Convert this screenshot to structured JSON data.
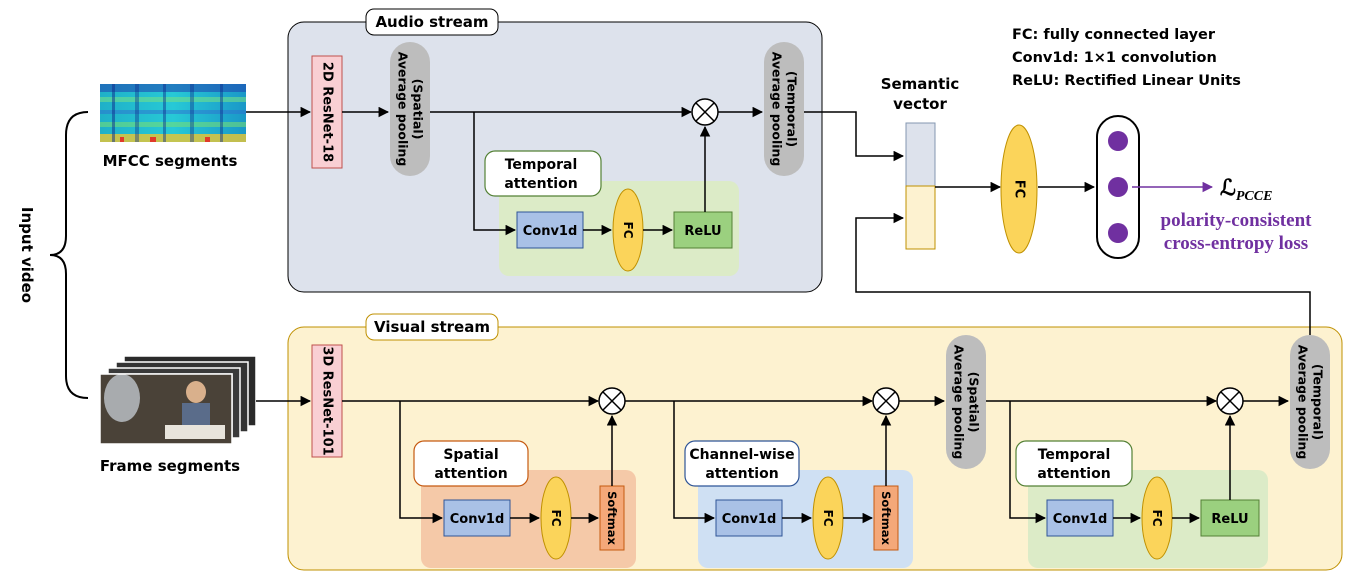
{
  "input_label": "Input video",
  "audio": {
    "stream_label": "Audio stream",
    "mfcc_label": "MFCC segments",
    "backbone": "2D ResNet-18",
    "pool_spatial": [
      "Average pooling",
      "(Spatial)"
    ],
    "pool_temporal": [
      "Average pooling",
      "(Temporal)"
    ],
    "temporal_attention": {
      "title": [
        "Temporal",
        "attention"
      ],
      "conv": "Conv1d",
      "fc": "FC",
      "act": "ReLU"
    }
  },
  "visual": {
    "stream_label": "Visual stream",
    "frame_label": "Frame segments",
    "backbone": "3D ResNet-101",
    "pool_spatial": [
      "Average pooling",
      "(Spatial)"
    ],
    "pool_temporal": [
      "Average pooling",
      "(Temporal)"
    ],
    "spatial_attention": {
      "title": [
        "Spatial",
        "attention"
      ],
      "conv": "Conv1d",
      "fc": "FC",
      "act": "Softmax"
    },
    "channel_attention": {
      "title": [
        "Channel-wise",
        "attention"
      ],
      "conv": "Conv1d",
      "fc": "FC",
      "act": "Softmax"
    },
    "temporal_attention": {
      "title": [
        "Temporal",
        "attention"
      ],
      "conv": "Conv1d",
      "fc": "FC",
      "act": "ReLU"
    }
  },
  "semantic_vector": [
    "Semantic",
    "vector"
  ],
  "fc_label": "FC",
  "legend": [
    "FC: fully connected layer",
    "Conv1d: 1×1 convolution",
    "ReLU: Rectified Linear Units"
  ],
  "loss": {
    "symbol": "ℒ",
    "subscript": "PCCE",
    "caption": [
      "polarity-consistent",
      "cross-entropy loss"
    ]
  },
  "colors": {
    "audio_bg": "#dde2ec",
    "visual_bg": "#fdf2d0",
    "attention_green": "#dcebc7",
    "attention_orange": "#f5c9a8",
    "attention_blue": "#cfe0f3",
    "resnet_pink": "#f9cfd3",
    "pool_gray": "#bdbdbd",
    "conv_blue": "#a9c1e6",
    "fc_yellow": "#fbd45a",
    "relu_green": "#9bd07f",
    "softmax_orange": "#f4a879",
    "purple": "#7030a0"
  }
}
